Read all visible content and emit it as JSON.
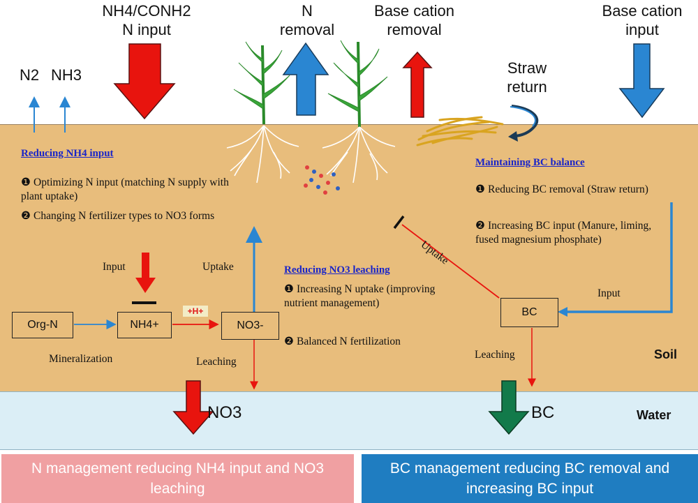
{
  "top_labels": {
    "n_input": [
      "NH4/CONH2",
      "N input"
    ],
    "n_removal": [
      "N",
      "removal"
    ],
    "bc_removal": [
      "Base cation",
      "removal"
    ],
    "bc_input": [
      "Base cation",
      "input"
    ],
    "straw_return": [
      "Straw",
      "return"
    ]
  },
  "gas": {
    "n2": "N2",
    "nh3": "NH3"
  },
  "left_panel": {
    "heading": "Reducing NH4 input",
    "items": [
      {
        "num": "❶",
        "text": "Optimizing N input (matching N supply with plant uptake)"
      },
      {
        "num": "❷",
        "text": "Changing N fertilizer types to NO3 forms"
      }
    ]
  },
  "mid_panel": {
    "heading": "Reducing NO3 leaching",
    "items": [
      {
        "num": "❶",
        "text": "Increasing N uptake (improving nutrient management)"
      },
      {
        "num": "❷",
        "text": "Balanced N fertilization"
      }
    ]
  },
  "right_panel": {
    "heading": "Maintaining BC balance",
    "items": [
      {
        "num": "❶",
        "text": "Reducing BC removal (Straw return)"
      },
      {
        "num": "❷",
        "text": "Increasing BC input (Manure, liming, fused magnesium phosphate)"
      }
    ]
  },
  "nodes": {
    "org_n": "Org-N",
    "nh4": "NH4+",
    "no3": "NO3-",
    "bc": "BC"
  },
  "flow_labels": {
    "input_left": "Input",
    "mineralization": "Mineralization",
    "hplus": "+H+",
    "uptake_left": "Uptake",
    "leaching_left": "Leaching",
    "uptake_right": "Uptake",
    "input_right": "Input",
    "leaching_right": "Leaching"
  },
  "layers": {
    "soil": "Soil",
    "water": "Water"
  },
  "water_labels": {
    "no3": "NO3",
    "bc": "BC"
  },
  "banners": {
    "left": "N management reducing NH4 input and NO3 leaching",
    "right": "BC management reducing BC removal and increasing BC input"
  },
  "colors": {
    "red": "#e8140e",
    "blue": "#1f7dc1",
    "green": "#127a4a",
    "heading": "#1a25c8",
    "soil": "#e8bd7c",
    "water": "#dbeef6"
  }
}
